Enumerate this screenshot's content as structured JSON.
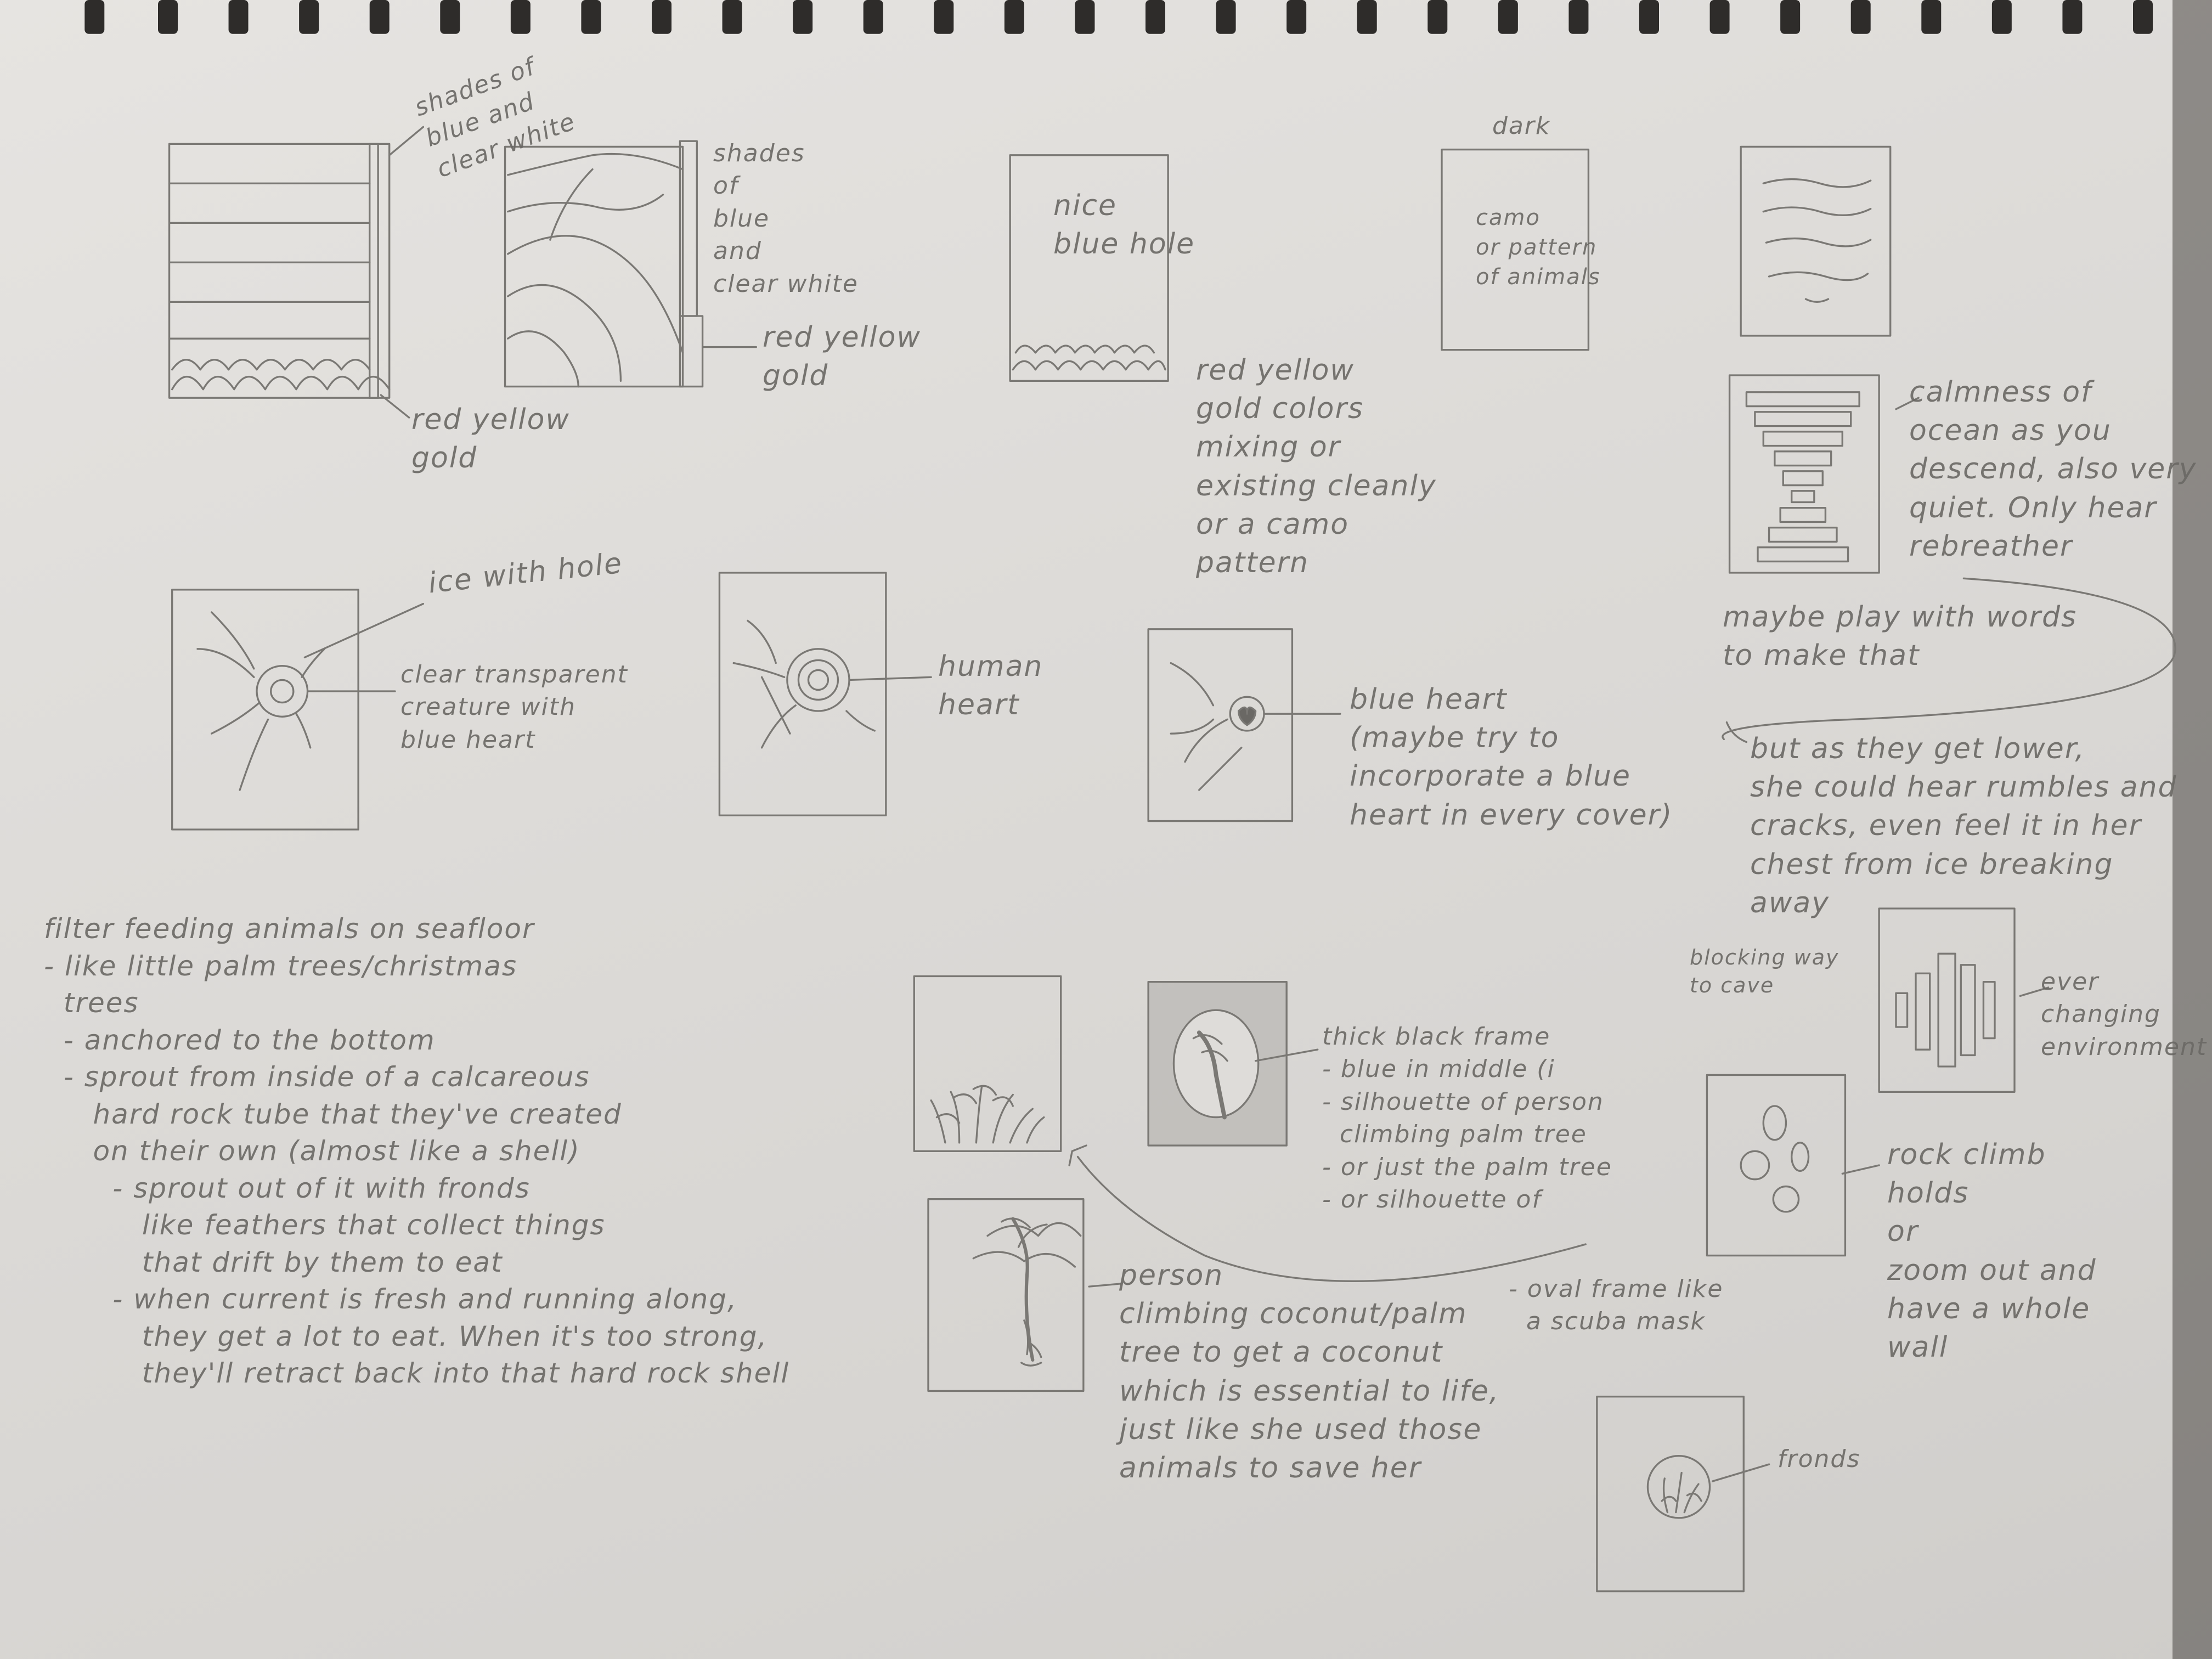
{
  "image": {
    "description_free": true,
    "colors": {
      "paper": "#e0dedb",
      "pencil": "#6a6864",
      "binding": "#3a3836",
      "background": "#4a4744"
    }
  },
  "notes": {
    "cover1": "shades of\nblue and\nclear white",
    "cover1_bottom": "red yellow\ngold",
    "cover2": "shades\nof\nblue\nand\nclear white",
    "cover2_bottom": "red yellow\ngold",
    "cover3_inner": "nice\nblue hole",
    "cover3_bottom": "red yellow\ngold colors\nmixing or\nexisting cleanly\nor a camo\npattern",
    "cover4_top": "dark",
    "cover4_inner": "camo\nor pattern\nof animals",
    "calmness": "calmness of\nocean as you\ndescend, also very\nquiet. Only hear\nrebreather",
    "maybe_play": "maybe play with words\nto make that",
    "but_as": "but as they get lower,\nshe could hear rumbles and\ncracks, even feel it in her\nchest from ice breaking\naway",
    "ice_with_hole": "ice with hole",
    "clear_creature": "clear transparent\ncreature with\nblue heart",
    "human_heart": "human\nheart",
    "blue_heart": "blue heart\n(maybe try to\nincorporate a blue\nheart in every cover)",
    "filter_feeding": "filter feeding animals on seafloor\n- like little palm trees/christmas\n  trees\n  - anchored to the bottom\n  - sprout from inside of a calcareous\n     hard rock tube that they've created\n     on their own (almost like a shell)\n       - sprout out of it with fronds\n          like feathers that collect things\n          that drift by them to eat\n       - when current is fresh and running along,\n          they get a lot to eat. When it's too strong,\n          they'll retract back into that hard rock shell",
    "thick_black_frame": "thick black frame\n- blue in middle (i\n- silhouette of person\n  climbing palm tree\n- or just the palm tree\n- or silhouette of",
    "oval_frame": "- oval frame like\n  a scuba mask",
    "person": "person\nclimbing coconut/palm\ntree to get a coconut\nwhich is essential to life,\njust like she used those\nanimals to save her",
    "blocking_way": "blocking way\nto cave",
    "ever_changing": "ever\nchanging\nenvironment",
    "rock_climb": "rock climb\nholds\nor\nzoom out and\nhave a whole\nwall",
    "fronds": "fronds"
  }
}
